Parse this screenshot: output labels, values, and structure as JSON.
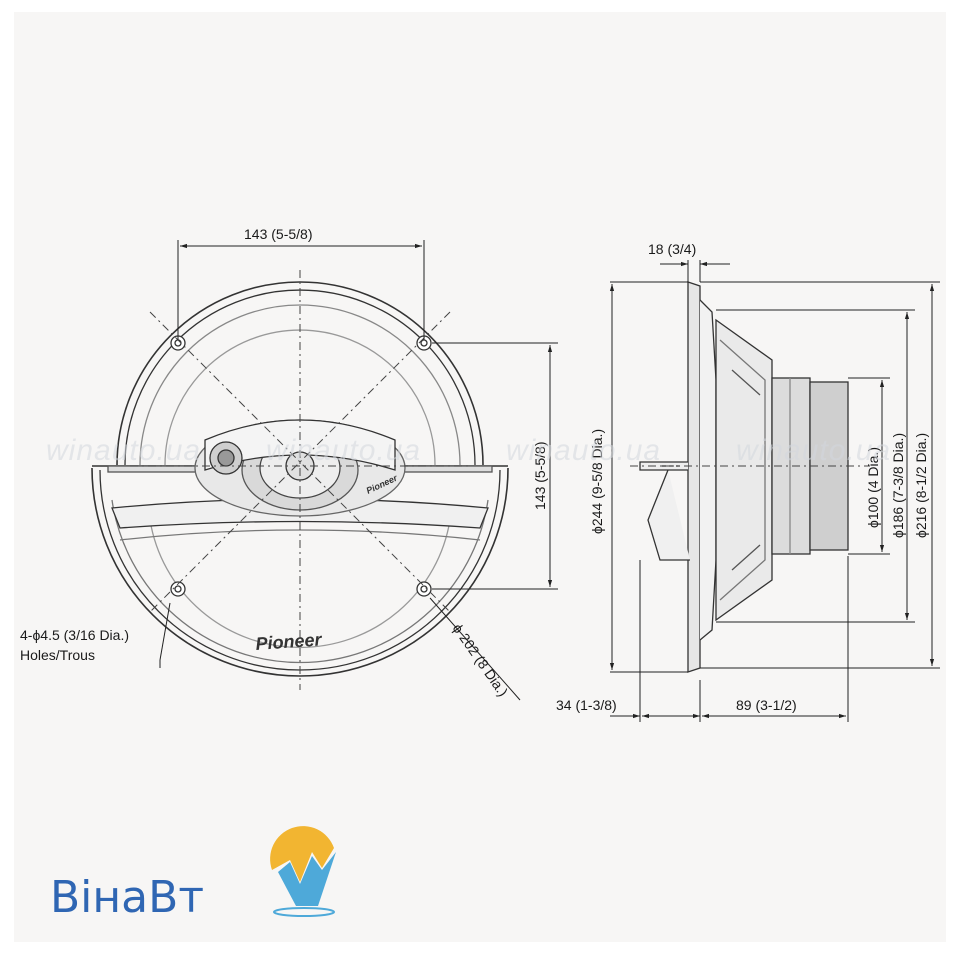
{
  "front_view": {
    "top_width_label": "143 (5-5/8)",
    "right_height_label": "143 (5-5/8)",
    "holes_label_line1": "4-ϕ4.5 (3/16 Dia.)",
    "holes_label_line2": "Holes/Trous",
    "diameter_label": "ϕ 202 (8 Dia.)",
    "brand_mark": "Pioneer",
    "center_brand_mark": "Pioneer"
  },
  "side_view": {
    "top_depth_label": "18 (3/4)",
    "overall_diameter_label": "ϕ244 (9-5/8 Dia.)",
    "magnet_diameter_label": "ϕ100 (4 Dia.)",
    "frame_diameter_label": "ϕ186 (7-3/8 Dia.)",
    "flange_diameter_label": "ϕ216 (8-1/2 Dia.)",
    "front_depth_label": "34 (1-3/8)",
    "rear_depth_label": "89 (3-1/2)"
  },
  "watermarks": [
    "winauto.ua",
    "winauto.ua",
    "winauto.ua",
    "winauto.ua"
  ],
  "logo": {
    "text": "ВінаВт",
    "color": "#2f66b3",
    "accent_colors": [
      "#f2b531",
      "#4ea9d9"
    ]
  }
}
